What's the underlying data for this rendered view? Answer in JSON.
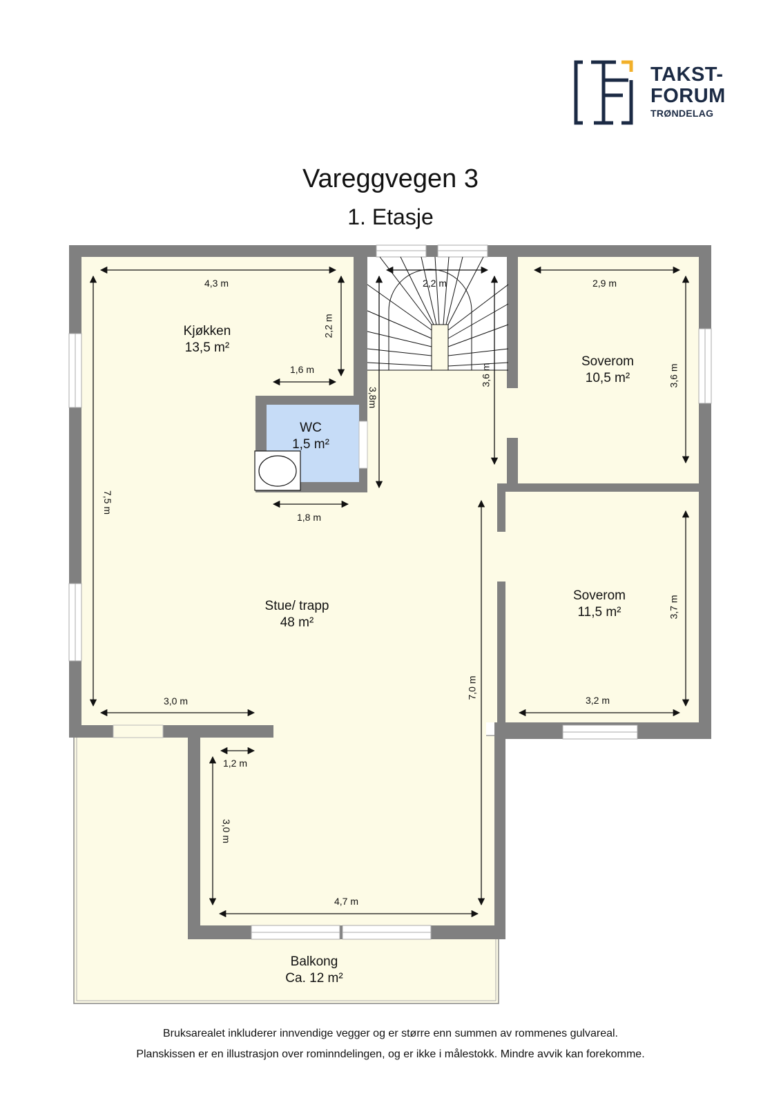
{
  "logo": {
    "line1": "TAKST-",
    "line2": "FORUM",
    "line3": "TRØNDELAG",
    "colors": {
      "navy": "#1b2a44",
      "accent": "#f2b02a"
    }
  },
  "header": {
    "title": "Vareggvegen 3",
    "subtitle": "1. Etasje"
  },
  "colors": {
    "wall": "#808080",
    "floor": "#fdfbe6",
    "wc_floor": "#c6dcf7",
    "window": "#ffffff",
    "dimension_line": "#111111"
  },
  "rooms": {
    "kitchen": {
      "name": "Kjøkken",
      "area": "13,5 m²"
    },
    "wc": {
      "name": "WC",
      "area": "1,5 m²"
    },
    "bedroom1": {
      "name": "Soverom",
      "area": "10,5 m²"
    },
    "bedroom2": {
      "name": "Soverom",
      "area": "11,5 m²"
    },
    "living": {
      "name": "Stue/ trapp",
      "area": "48 m²"
    },
    "balcony": {
      "name": "Balkong",
      "area": "Ca. 12 m²"
    }
  },
  "dimensions": {
    "kitchen_width": "4,3 m",
    "kitchen_depth": "2,2 m",
    "kitchen_inner": "1,6 m",
    "stair_width": "2,2 m",
    "stair_left": "3,8m",
    "stair_right": "3,6 m",
    "bedroom1_width": "2,9 m",
    "bedroom1_depth": "3,6 m",
    "wc_width": "1,8 m",
    "living_left": "7,5 m",
    "living_bottom_left": "3,0 m",
    "living_right": "7,0 m",
    "bedroom2_width": "3,2 m",
    "bedroom2_depth": "3,7 m",
    "nook_width": "1,2 m",
    "nook_depth": "3,0 m",
    "living_bottom": "4,7 m"
  },
  "footer": {
    "line1": "Bruksarealet inkluderer innvendige vegger og er større enn summen av rommenes gulvareal.",
    "line2": "Planskissen er en illustrasjon over rominndelingen, og er ikke i målestokk. Mindre avvik kan forekomme."
  }
}
